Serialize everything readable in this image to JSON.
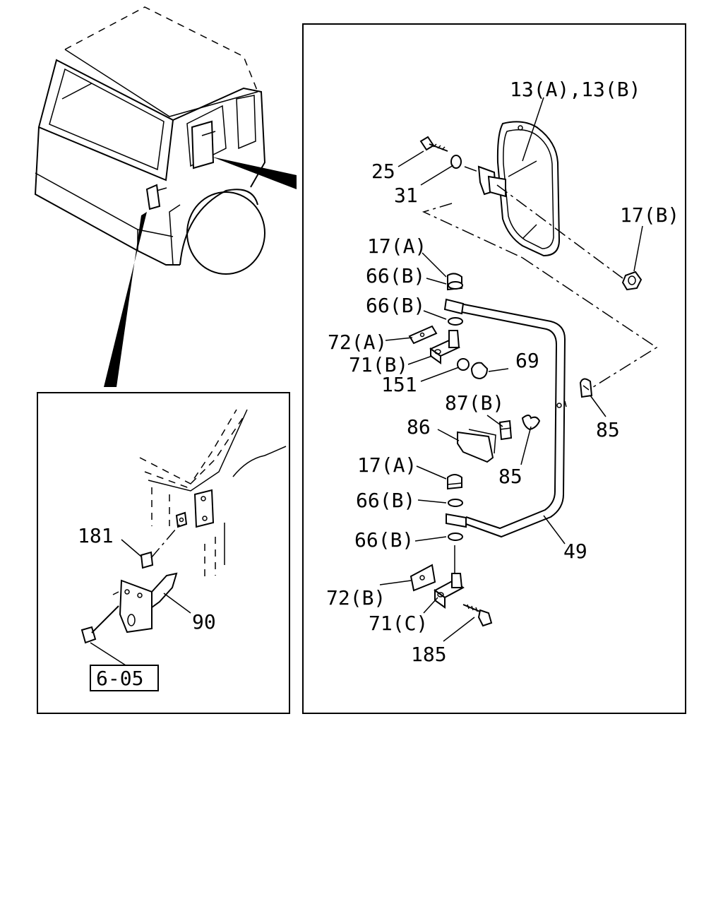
{
  "diagram": {
    "main_labels": [
      {
        "id": "13",
        "text": "13(A),13(B)"
      },
      {
        "id": "25",
        "text": "25"
      },
      {
        "id": "31",
        "text": "31"
      },
      {
        "id": "17B",
        "text": "17(B)"
      },
      {
        "id": "17A_top",
        "text": "17(A)"
      },
      {
        "id": "66B_1",
        "text": "66(B)"
      },
      {
        "id": "66B_2",
        "text": "66(B)"
      },
      {
        "id": "72A",
        "text": "72(A)"
      },
      {
        "id": "71B",
        "text": "71(B)"
      },
      {
        "id": "69",
        "text": "69"
      },
      {
        "id": "151",
        "text": "151"
      },
      {
        "id": "87B",
        "text": "87(B)"
      },
      {
        "id": "86",
        "text": "86"
      },
      {
        "id": "85_mid",
        "text": "85"
      },
      {
        "id": "85_right",
        "text": "85"
      },
      {
        "id": "17A_bot",
        "text": "17(A)"
      },
      {
        "id": "66B_3",
        "text": "66(B)"
      },
      {
        "id": "66B_4",
        "text": "66(B)"
      },
      {
        "id": "49",
        "text": "49"
      },
      {
        "id": "72B",
        "text": "72(B)"
      },
      {
        "id": "71C",
        "text": "71(C)"
      },
      {
        "id": "185",
        "text": "185"
      }
    ],
    "inset_labels": [
      {
        "id": "181",
        "text": "181"
      },
      {
        "id": "90",
        "text": "90"
      }
    ],
    "reference_box": "6-05"
  }
}
